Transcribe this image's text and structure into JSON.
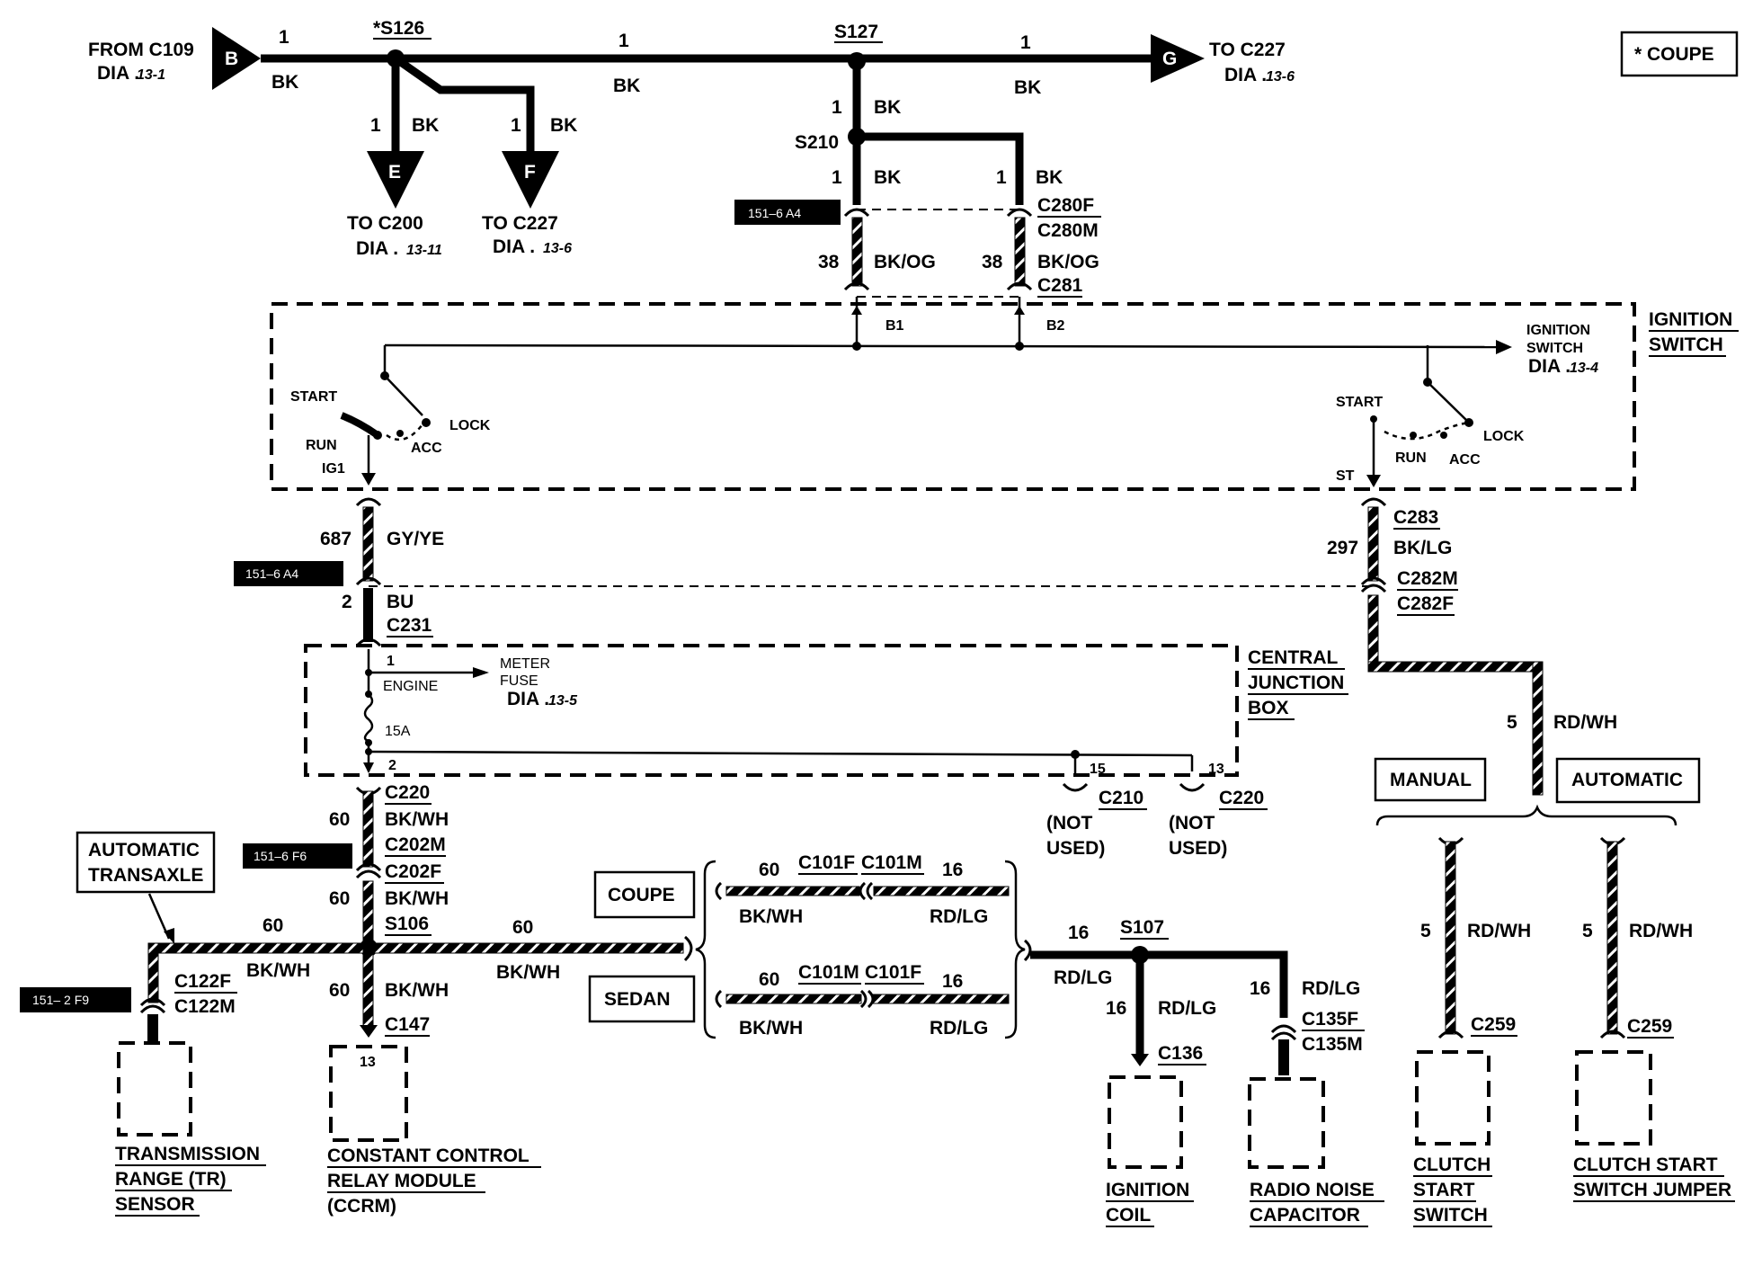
{
  "header": {
    "coupe_note": "* COUPE"
  },
  "top": {
    "from_c109": "FROM C109",
    "from_dia": "DIA .",
    "from_dia_num": "13-1",
    "arrow_b": "B",
    "arrow_g": "G",
    "arrow_e": "E",
    "arrow_f": "F",
    "to_c227_right": "TO C227",
    "to_c227_right_dia": "DIA .",
    "to_c227_right_num": "13-6",
    "to_c200": "TO C200",
    "to_c200_dia": "DIA .",
    "to_c200_num": "13-11",
    "to_c227_mid": "TO C227",
    "to_c227_mid_dia": "DIA .",
    "to_c227_mid_num": "13-6",
    "splice_s126": "*S126",
    "splice_s127": "S127",
    "splice_s210": "S210",
    "circuit_1": "1",
    "color_bk": "BK"
  },
  "ignition_feed": {
    "tag_151_6_a4_top": "151–6 A4",
    "c280f": "C280F",
    "c280m": "C280M",
    "c281": "C281",
    "circuit_38": "38",
    "color_bk_og": "BK/OG",
    "b1": "B1",
    "b2": "B2"
  },
  "ignition_switch": {
    "title_line1": "IGNITION",
    "title_line2": "SWITCH",
    "ref_line1": "IGNITION",
    "ref_line2": "SWITCH",
    "ref_dia": "DIA .",
    "ref_num": "13-4",
    "start": "START",
    "run": "RUN",
    "lock": "LOCK",
    "acc": "ACC",
    "ig1": "IG1",
    "st": "ST"
  },
  "left_branch": {
    "circuit_687": "687",
    "color_gy_ye": "GY/YE",
    "tag_151_6_a4": "151–6 A4",
    "pin_2": "2",
    "color_bu": "BU",
    "c231": "C231",
    "c220": "C220",
    "circuit_60": "60",
    "color_bk_wh": "BK/WH",
    "c202m": "C202M",
    "tag_151_6_f6": "151–6 F6",
    "c202f": "C202F",
    "s106": "S106",
    "c147": "C147",
    "pin_13": "13"
  },
  "junction_box": {
    "title_line1": "CENTRAL",
    "title_line2": "JUNCTION",
    "title_line3": "BOX",
    "pin_1": "1",
    "engine": "ENGINE",
    "meter_line1": "METER",
    "meter_line2": "FUSE",
    "meter_dia": "DIA .",
    "meter_num": "13-5",
    "fuse_15a": "15A",
    "pin_2": "2",
    "pin_15": "15",
    "pin_13": "13",
    "c210": "C210",
    "c220": "C220",
    "not_used_1": "(NOT",
    "not_used_2": "USED)"
  },
  "right_branch": {
    "c283": "C283",
    "circuit_297": "297",
    "color_bk_lg": "BK/LG",
    "c282m": "C282M",
    "c282f": "C282F",
    "circuit_5": "5",
    "color_rd_wh": "RD/WH",
    "manual": "MANUAL",
    "automatic": "AUTOMATIC",
    "c259": "C259"
  },
  "transaxle": {
    "label_line1": "AUTOMATIC",
    "label_line2": "TRANSAXLE",
    "tag_151_2_f9": "151– 2 F9",
    "c122f": "C122F",
    "c122m": "C122M"
  },
  "body_style": {
    "coupe": "COUPE",
    "sedan": "SEDAN",
    "c101f": "C101F",
    "c101m": "C101M",
    "circuit_16": "16",
    "color_rd_lg": "RD/LG"
  },
  "ignition_coil_branch": {
    "s107": "S107",
    "c136": "C136",
    "c135f": "C135F",
    "c135m": "C135M"
  },
  "components": {
    "tr_sensor_1": "TRANSMISSION",
    "tr_sensor_2": "RANGE (TR)",
    "tr_sensor_3": "SENSOR",
    "ccrm_1": "CONSTANT CONTROL",
    "ccrm_2": "RELAY MODULE",
    "ccrm_3": "(CCRM)",
    "coil_1": "IGNITION",
    "coil_2": "COIL",
    "cap_1": "RADIO NOISE",
    "cap_2": "CAPACITOR",
    "clutch_1": "CLUTCH",
    "clutch_2": "START",
    "clutch_3": "SWITCH",
    "jumper_1": "CLUTCH START",
    "jumper_2": "SWITCH JUMPER"
  }
}
